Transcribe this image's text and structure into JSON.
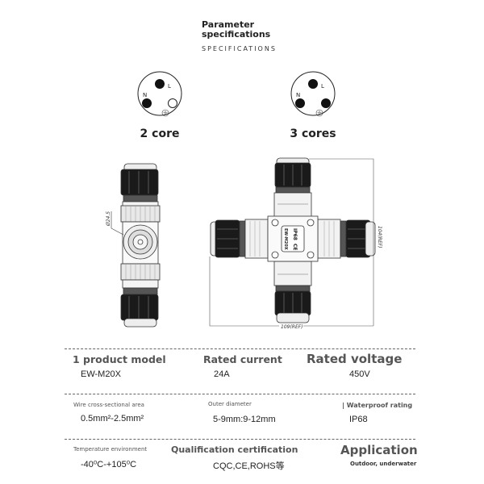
{
  "header": {
    "title": "Parameter specifications",
    "subtitle": "SPECIFICATIONS"
  },
  "pinouts": [
    {
      "label": "2 core",
      "pins": {
        "live": "L",
        "neutral": "N"
      },
      "ground_icon": "ground-icon"
    },
    {
      "label": "3 cores",
      "pins": {
        "live": "L",
        "neutral": "N"
      },
      "ground_icon": "ground-icon"
    }
  ],
  "drawings": {
    "diameter": "Ø24.5",
    "width_dim": "109(REF)",
    "height_dim": "104(REF)",
    "marking_rating": "IP68",
    "marking_ce": "CE",
    "marking_model": "EW-M20X"
  },
  "specs": [
    [
      {
        "label": "1 product model",
        "value": "EW-M20X"
      },
      {
        "label": "Rated current",
        "value": "24A"
      },
      {
        "label": "Rated voltage",
        "value": "450V"
      }
    ],
    [
      {
        "label": "Wire cross-sectional area",
        "value": "0.5mm²-2.5mm²"
      },
      {
        "label": "Outer diameter",
        "value": "5-9mm:9-12mm"
      },
      {
        "label": "| Waterproof rating",
        "value": "IP68"
      }
    ],
    [
      {
        "label": "Temperature environment",
        "value": "-40⁰C-+105⁰C"
      },
      {
        "label": "Qualification certification",
        "value": "CQC,CE,ROHS等"
      },
      {
        "label": "Application",
        "value": "Outdoor, underwater"
      }
    ]
  ]
}
